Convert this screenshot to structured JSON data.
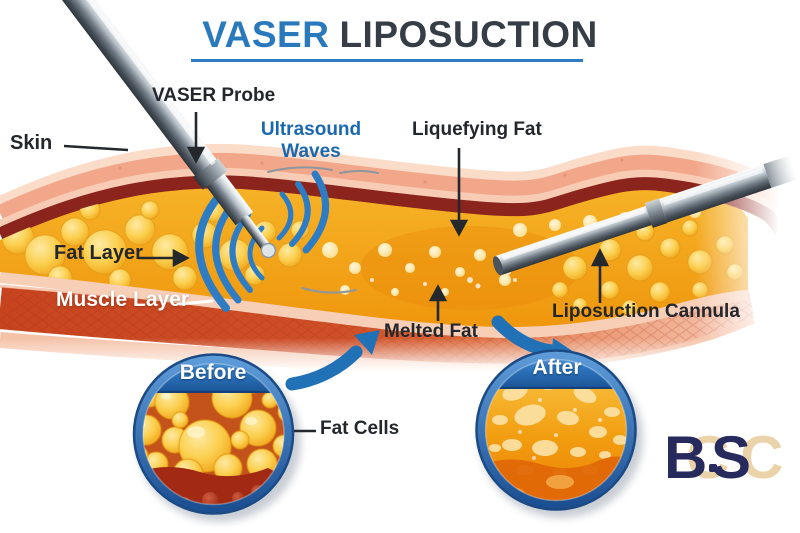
{
  "title": {
    "brand": "VASER",
    "rest": "LIPOSUCTION"
  },
  "labels": {
    "vaser_probe": "VASER Probe",
    "skin": "Skin",
    "ultrasound_waves": "Ultrasound Waves",
    "liquefying_fat": "Liquefying Fat",
    "fat_layer": "Fat Layer",
    "muscle_layer": "Muscle Layer",
    "melted_fat": "Melted Fat",
    "liposuction_cannula": "Liposuction Cannula",
    "fat_cells": "Fat Cells"
  },
  "insets": {
    "before": "Before",
    "after": "After"
  },
  "logo": {
    "letters": [
      {
        "char": "B",
        "color": "#262a5c"
      },
      {
        "char": "C",
        "color": "#ead3a9"
      },
      {
        "char": "S",
        "color": "#262a5c"
      },
      {
        "char": "C",
        "color": "#ead3a9"
      }
    ]
  },
  "colors": {
    "accent_blue": "#2b79bd",
    "title_dark": "#363d47",
    "label_text": "#23272c",
    "ultrasound_blue": "#1a69b0",
    "arrow_blue": "#2171b7",
    "circle_ring_blue": "#1c4f92",
    "muscle_red": "#cf4e29",
    "fat_orange": "#f2a81c",
    "skin_salmon": "#f2a78a",
    "dermis_dark_red": "#8c241e",
    "logo_navy": "#262a5c",
    "logo_beige": "#ead3a9"
  }
}
